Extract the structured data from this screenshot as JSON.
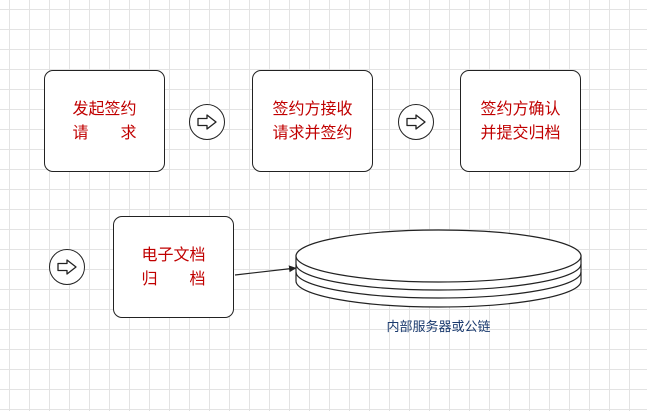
{
  "colors": {
    "step_text": "#c00000",
    "label_text": "#1a3a6e",
    "stroke": "#222222",
    "grid": "#e3e3e3"
  },
  "steps": [
    {
      "line1": "发起签约",
      "line2": "请　　求"
    },
    {
      "line1": "签约方接收",
      "line2": "请求并签约"
    },
    {
      "line1": "签约方确认",
      "line2": "并提交归档"
    },
    {
      "line1": "电子文档",
      "line2": "归　　档"
    }
  ],
  "connectors": [
    "arrow-right-icon",
    "arrow-right-icon",
    "arrow-right-icon"
  ],
  "database": {
    "icon": "database-cylinder-icon",
    "label": "内部服务器或公链"
  }
}
